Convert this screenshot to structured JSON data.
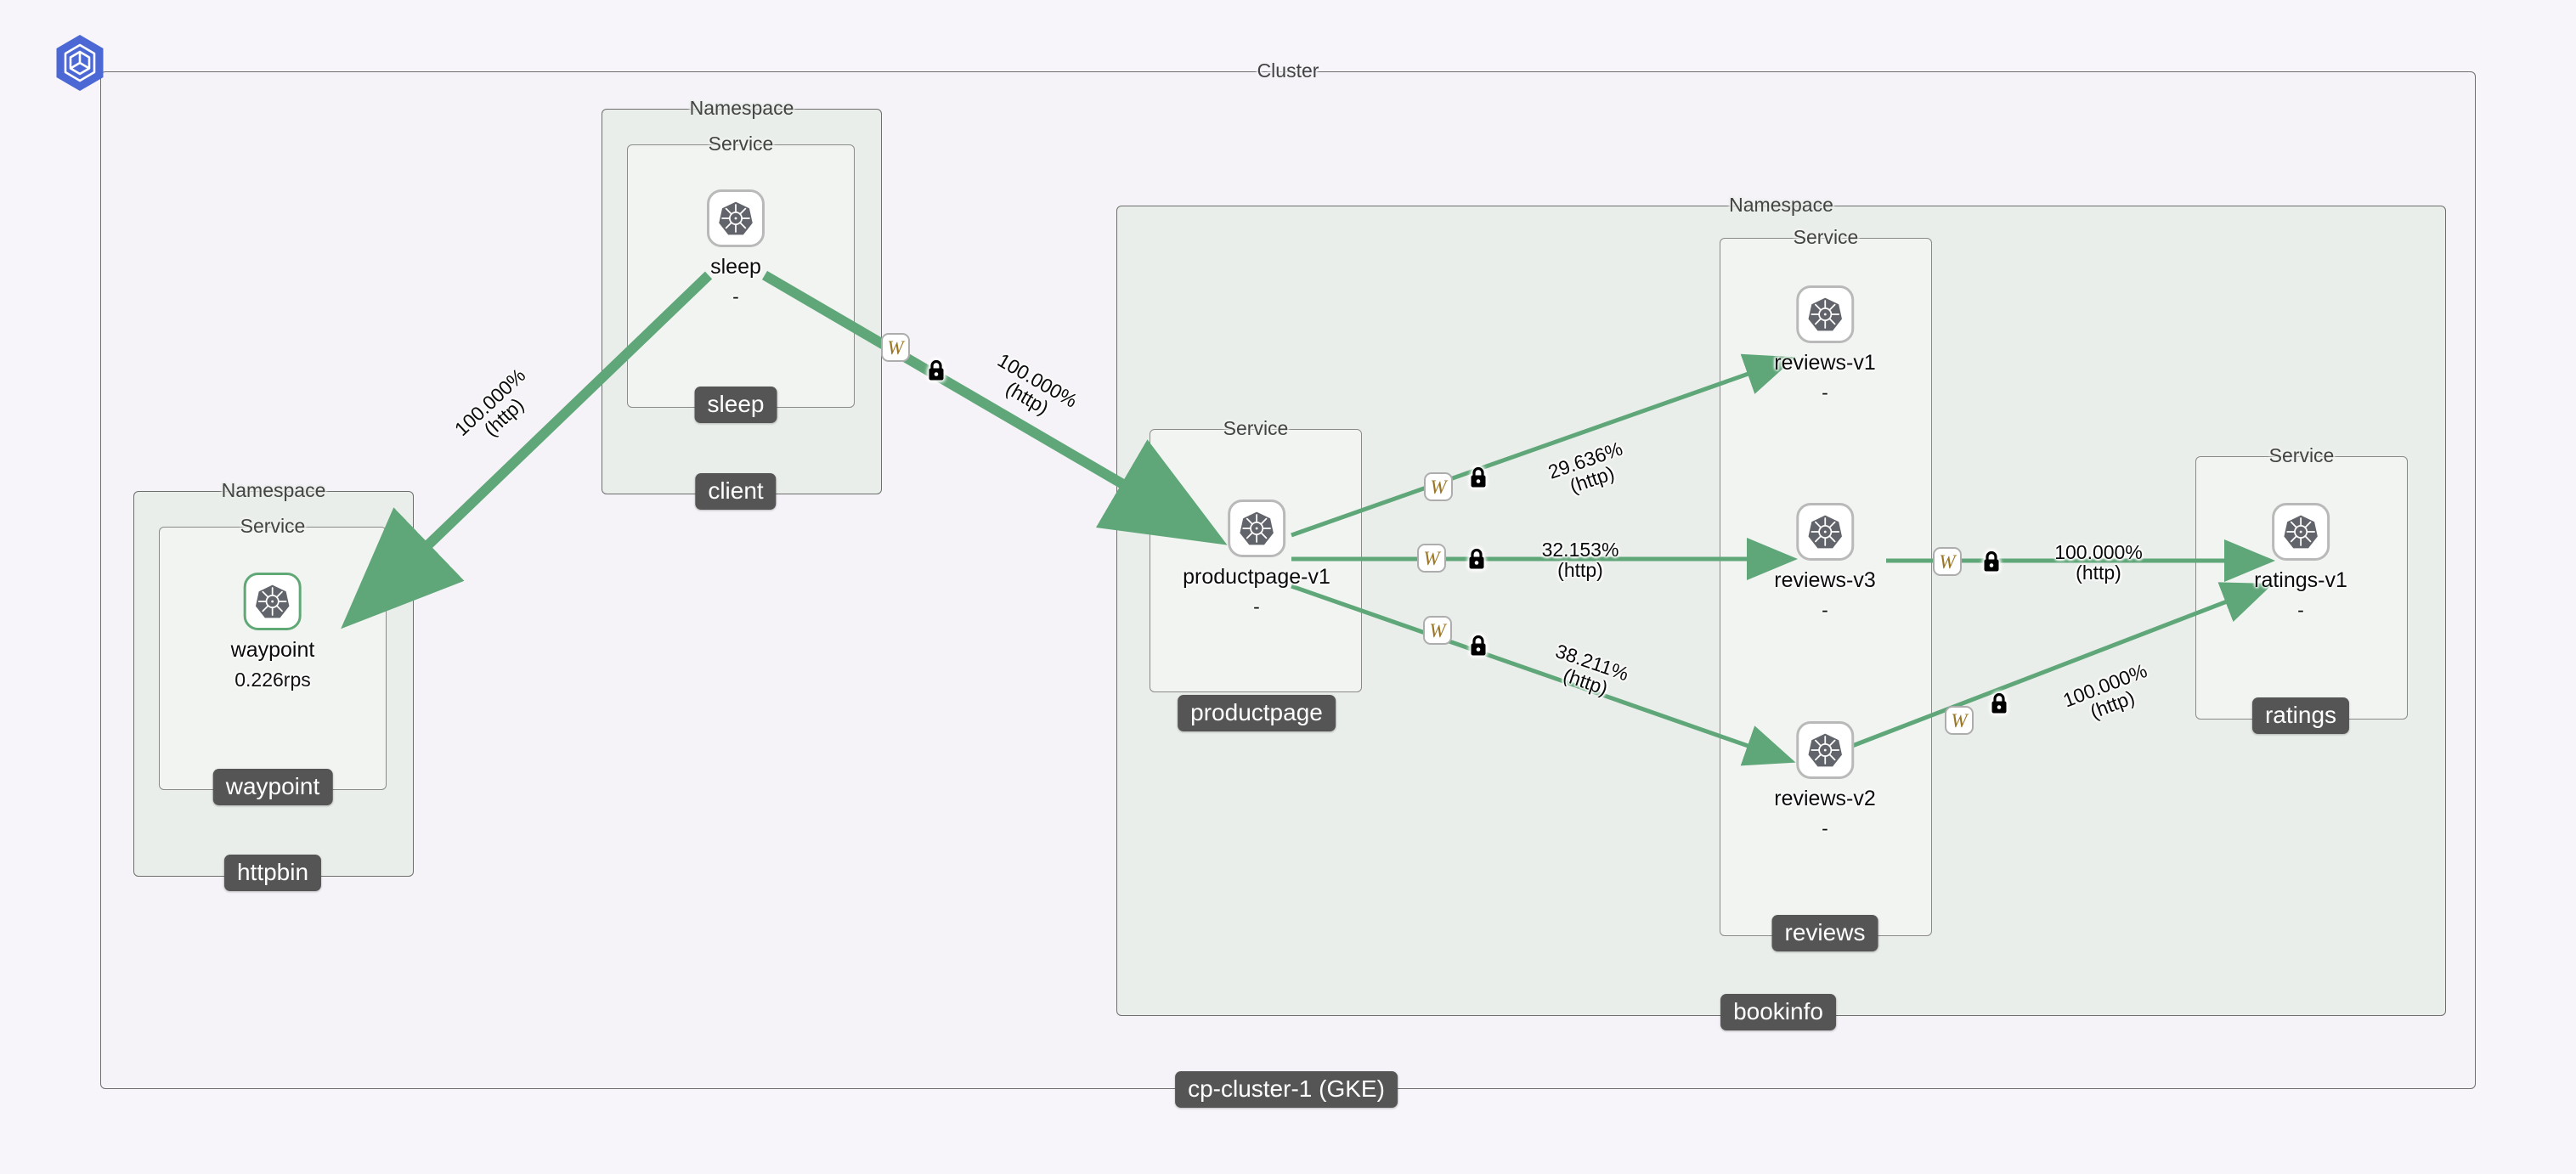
{
  "graph": {
    "cluster": {
      "caption": "Cluster",
      "badge": "cp-cluster-1 (GKE)",
      "icon": "kubernetes-cluster-hex-icon",
      "accent_color": "#4b68d4"
    },
    "captions": {
      "namespace": "Namespace",
      "service": "Service"
    },
    "edge_color": "#5fa678",
    "namespaces": [
      {
        "id": "httpbin",
        "badge": "httpbin",
        "caption": "Namespace",
        "services": [
          {
            "caption": "Service",
            "badge": "waypoint"
          }
        ]
      },
      {
        "id": "sleep",
        "badge": "client",
        "caption": "Namespace",
        "services": [
          {
            "caption": "Service",
            "badge": "sleep"
          }
        ]
      },
      {
        "id": "bookinfo",
        "badge": "bookinfo",
        "caption": "Namespace",
        "services": [
          {
            "caption": "Service",
            "badge": "productpage"
          },
          {
            "caption": "Service",
            "badge": "reviews"
          },
          {
            "caption": "Service",
            "badge": "ratings"
          }
        ]
      }
    ],
    "nodes": [
      {
        "id": "waypoint",
        "label": "waypoint",
        "sub": "0.226rps",
        "icon": "kubernetes-icon",
        "highlighted": true
      },
      {
        "id": "sleep",
        "label": "sleep",
        "sub": "-",
        "icon": "kubernetes-icon",
        "highlighted": false
      },
      {
        "id": "productpage-v1",
        "label": "productpage-v1",
        "sub": "-",
        "icon": "kubernetes-icon",
        "highlighted": false
      },
      {
        "id": "reviews-v1",
        "label": "reviews-v1",
        "sub": "-",
        "icon": "kubernetes-icon",
        "highlighted": false
      },
      {
        "id": "reviews-v3",
        "label": "reviews-v3",
        "sub": "-",
        "icon": "kubernetes-icon",
        "highlighted": false
      },
      {
        "id": "reviews-v2",
        "label": "reviews-v2",
        "sub": "-",
        "icon": "kubernetes-icon",
        "highlighted": false
      },
      {
        "id": "ratings-v1",
        "label": "ratings-v1",
        "sub": "-",
        "icon": "kubernetes-icon",
        "highlighted": false
      }
    ],
    "edges": [
      {
        "id": "sleep-waypoint",
        "source": "sleep",
        "target": "waypoint",
        "percent": "100.000%",
        "protocol": "(http)",
        "waypoint_badge": "W",
        "has_waypoint_badge": false,
        "has_lock": false
      },
      {
        "id": "sleep-productpage",
        "source": "sleep",
        "target": "productpage-v1",
        "percent": "100.000%",
        "protocol": "(http)",
        "waypoint_badge": "W",
        "has_waypoint_badge": true,
        "has_lock": true
      },
      {
        "id": "productpage-reviewsv1",
        "source": "productpage-v1",
        "target": "reviews-v1",
        "percent": "29.636%",
        "protocol": "(http)",
        "waypoint_badge": "W",
        "has_waypoint_badge": true,
        "has_lock": true
      },
      {
        "id": "productpage-reviewsv3",
        "source": "productpage-v1",
        "target": "reviews-v3",
        "percent": "32.153%",
        "protocol": "(http)",
        "waypoint_badge": "W",
        "has_waypoint_badge": true,
        "has_lock": true
      },
      {
        "id": "productpage-reviewsv2",
        "source": "productpage-v1",
        "target": "reviews-v2",
        "percent": "38.211%",
        "protocol": "(http)",
        "waypoint_badge": "W",
        "has_waypoint_badge": true,
        "has_lock": true
      },
      {
        "id": "reviewsv3-ratings",
        "source": "reviews-v3",
        "target": "ratings-v1",
        "percent": "100.000%",
        "protocol": "(http)",
        "waypoint_badge": "W",
        "has_waypoint_badge": true,
        "has_lock": true
      },
      {
        "id": "reviewsv2-ratings",
        "source": "reviews-v2",
        "target": "ratings-v1",
        "percent": "100.000%",
        "protocol": "(http)",
        "waypoint_badge": "W",
        "has_waypoint_badge": true,
        "has_lock": true
      }
    ]
  }
}
